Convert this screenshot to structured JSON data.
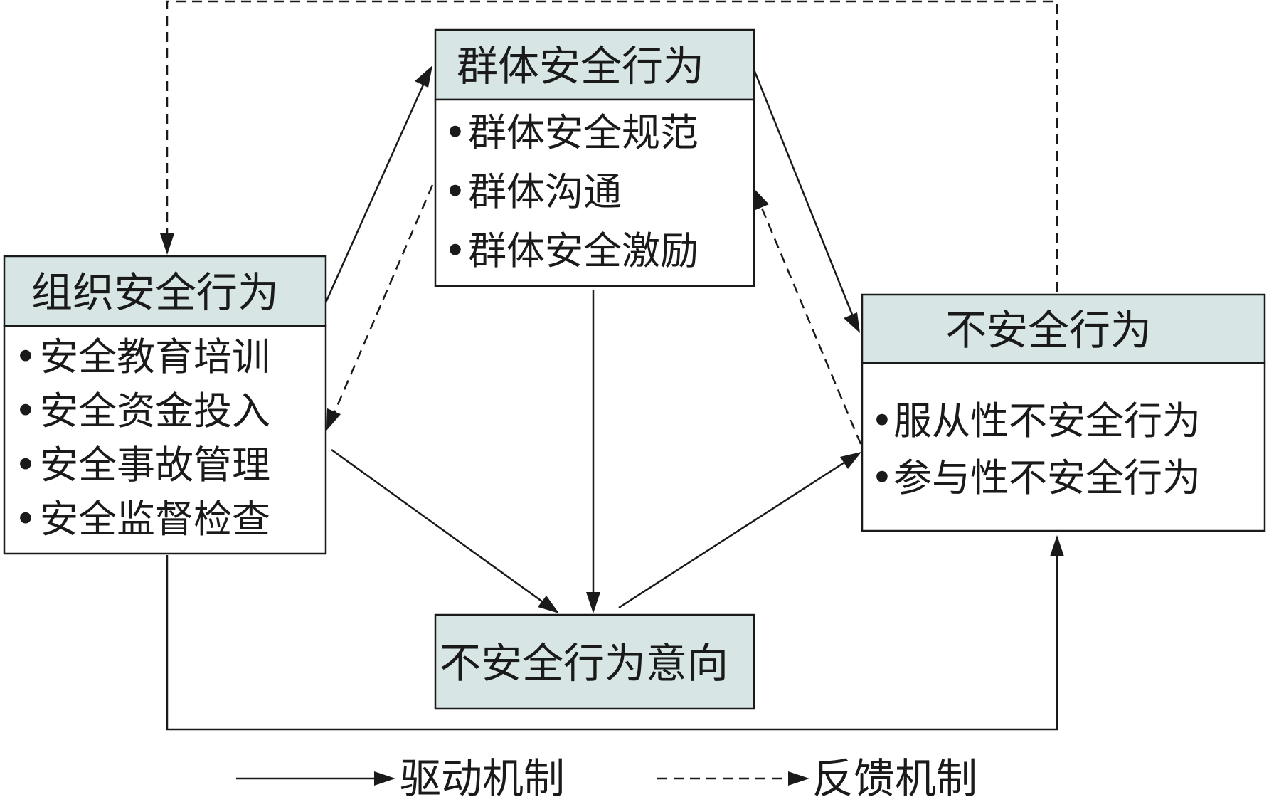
{
  "boxes": {
    "org": {
      "title": "组织安全行为",
      "items": [
        "安全教育培训",
        "安全资金投入",
        "安全事故管理",
        "安全监督检查"
      ]
    },
    "group": {
      "title": "群体安全行为",
      "items": [
        "群体安全规范",
        "群体沟通",
        "群体安全激励"
      ]
    },
    "unsafe": {
      "title": "不安全行为",
      "items": [
        "服从性不安全行为",
        "参与性不安全行为"
      ]
    },
    "intent": {
      "title": "不安全行为意向"
    }
  },
  "legend": {
    "drive": "驱动机制",
    "feedback": "反馈机制"
  },
  "bullet": "•",
  "colors": {
    "header_fill": "#d7e5e5",
    "line": "#1a1a1a"
  }
}
